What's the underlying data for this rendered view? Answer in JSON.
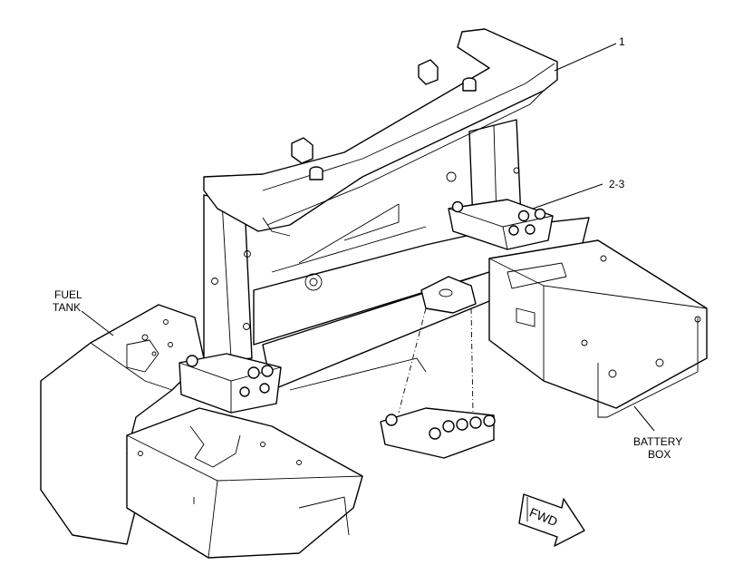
{
  "callouts": {
    "item_1": "1",
    "item_2_3": "2-3"
  },
  "labels": {
    "fuel_tank_line1": "FUEL",
    "fuel_tank_line2": "TANK",
    "battery_box_line1": "BATTERY",
    "battery_box_line2": "BOX",
    "forward_arrow": "FWD"
  },
  "colors": {
    "line": "#000000",
    "background": "#ffffff"
  }
}
